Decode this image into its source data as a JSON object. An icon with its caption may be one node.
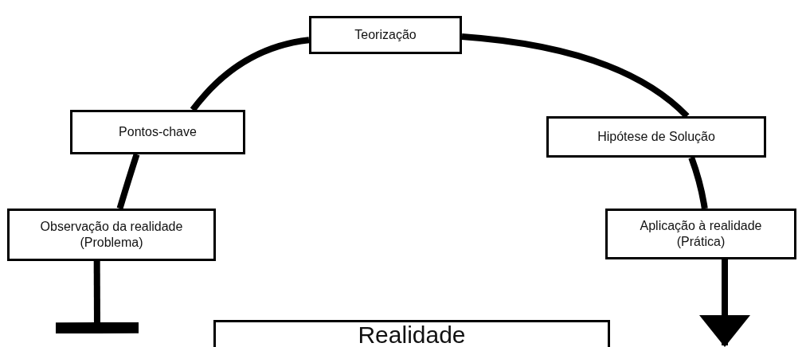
{
  "diagram": {
    "nodes": [
      {
        "text": [
          "Teorização"
        ]
      },
      {
        "text": [
          "Pontos-chave"
        ]
      },
      {
        "text": [
          "Hipótese de Solução"
        ]
      },
      {
        "text": [
          "Observação da realidade",
          "(Problema)"
        ]
      },
      {
        "text": [
          "Aplicação à realidade",
          "(Prática)"
        ]
      },
      {
        "text": [
          "Realidade"
        ]
      }
    ],
    "edges": [
      {
        "from": null,
        "to": 3,
        "arrow": "other"
      },
      {
        "from": 3,
        "to": 1,
        "arrow": "none"
      },
      {
        "from": 1,
        "to": 0,
        "arrow": "none"
      },
      {
        "from": 0,
        "to": 2,
        "arrow": "none"
      },
      {
        "from": 2,
        "to": 4,
        "arrow": "none"
      },
      {
        "from": 4,
        "to": null,
        "arrow": "to"
      }
    ]
  }
}
